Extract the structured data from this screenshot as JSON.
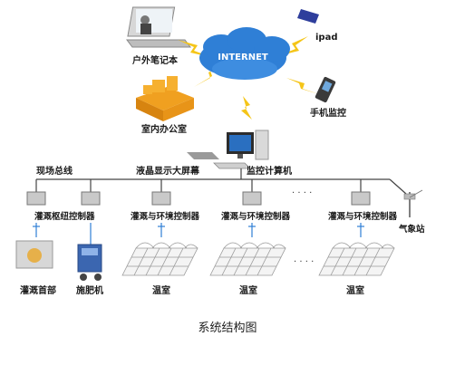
{
  "title": "系统结构图",
  "internet_label": "INTERNET",
  "nodes": {
    "laptop": "户外笔记本",
    "ipad": "ipad",
    "office": "室内办公室",
    "phone": "手机监控",
    "computer": "监控计算机",
    "bus_line": "现场总线",
    "big_screen": "液晶显示大屏幕",
    "weather_station": "气象站"
  },
  "controllers": [
    {
      "label": "灌溉枢纽控制器"
    },
    {
      "label": "灌溉与环境控制器"
    },
    {
      "label": "灌溉与环境控制器"
    },
    {
      "label": "灌溉与环境控制器"
    }
  ],
  "field_devices": [
    {
      "label": "灌溉首部"
    },
    {
      "label": "施肥机"
    },
    {
      "label": "温室"
    },
    {
      "label": "温室"
    },
    {
      "label": "温室"
    }
  ],
  "ellipsis": "· · · ·",
  "colors": {
    "cloud": "#2f7fd6",
    "lightning": "#f5c518",
    "bus": "#444444",
    "cabinet": "#c9c9c9",
    "greenhouse": "#9a9a9a"
  }
}
